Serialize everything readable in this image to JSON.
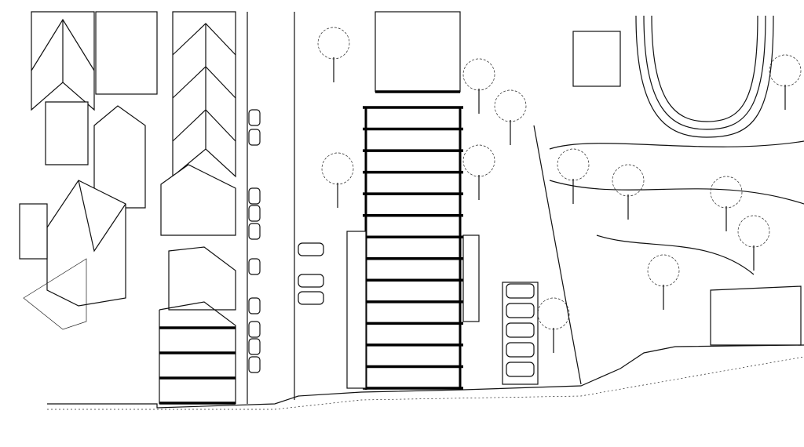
{
  "drawing": {
    "style": "hand-drawn urban section perspective",
    "ink_color": "#111111",
    "paper_color": "#ffffff",
    "tower_floor_slabs": 14,
    "low_building_floor_slabs": 4,
    "parked_cars_street": 10,
    "parked_cars_lot": 5
  }
}
